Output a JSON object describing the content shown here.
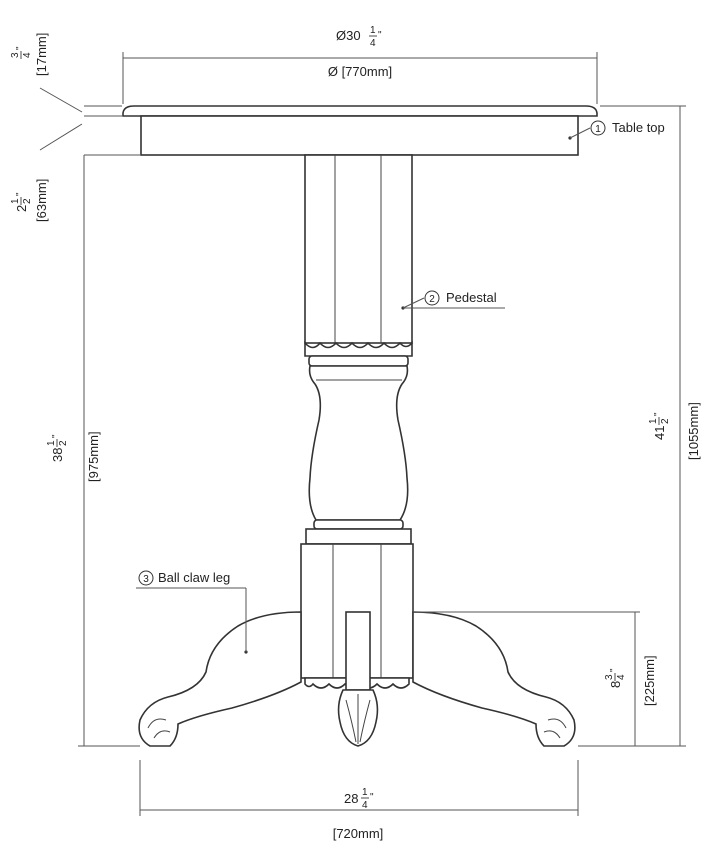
{
  "dimensions": {
    "top_diameter_in": {
      "whole": "Ø30",
      "num": "1",
      "den": "4",
      "unit": "\""
    },
    "top_diameter_mm": "Ø [770mm]",
    "top_thickness_in": {
      "num": "3",
      "den": "4",
      "unit": "\""
    },
    "top_thickness_mm": "[17mm]",
    "apron_height_in": {
      "whole": "2",
      "num": "1",
      "den": "2",
      "unit": "\""
    },
    "apron_height_mm": "[63mm]",
    "under_height_in": {
      "whole": "38",
      "num": "1",
      "den": "2",
      "unit": "\""
    },
    "under_height_mm": "[975mm]",
    "total_height_in": {
      "whole": "41",
      "num": "1",
      "den": "2",
      "unit": "\""
    },
    "total_height_mm": "[1055mm]",
    "leg_height_in": {
      "whole": "8",
      "num": "3",
      "den": "4",
      "unit": "\""
    },
    "leg_height_mm": "[225mm]",
    "base_width_in": {
      "whole": "28",
      "num": "1",
      "den": "4",
      "unit": "\""
    },
    "base_width_mm": "[720mm]"
  },
  "parts": [
    {
      "number": "1",
      "label": "Table top"
    },
    {
      "number": "2",
      "label": "Pedestal"
    },
    {
      "number": "3",
      "label": "Ball claw leg"
    }
  ]
}
